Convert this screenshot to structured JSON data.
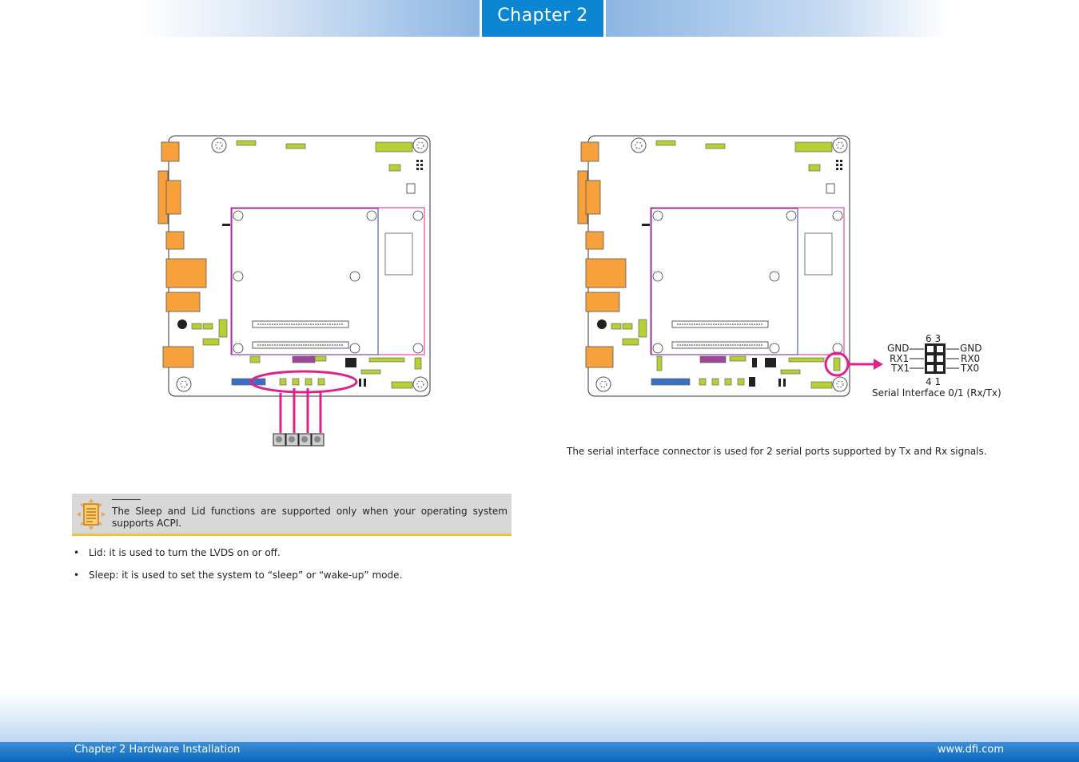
{
  "header": {
    "chapter_tab": "Chapter 2"
  },
  "left_section": {
    "note": {
      "text": "The Sleep and Lid functions are supported only when your operating system supports ACPI."
    },
    "bullets": [
      "Lid: it is used to turn the LVDS on or off.",
      "Sleep: it is used to set the system to “sleep” or “wake-up” mode."
    ]
  },
  "right_section": {
    "pinout": {
      "top_numbers": "6  3",
      "bottom_numbers": "4  1",
      "left_labels": [
        "GND",
        "RX1",
        "TX1"
      ],
      "right_labels": [
        "GND",
        "RX0",
        "TX0"
      ],
      "caption": "Serial Interface 0/1 (Rx/Tx)"
    },
    "description": "The serial interface connector is used for 2 serial ports supported by Tx and Rx signals."
  },
  "colors": {
    "tab_blue": "#0c86d2",
    "highlight_magenta": "#e0218a",
    "connector_orange": "#f6a13b",
    "header_pin_green": "#b7cf36",
    "module_purple": "#7b4aa6",
    "note_accent": "#f1c14a"
  },
  "footer": {
    "left": "Chapter 2 Hardware Installation",
    "right": "www.dfi.com"
  }
}
